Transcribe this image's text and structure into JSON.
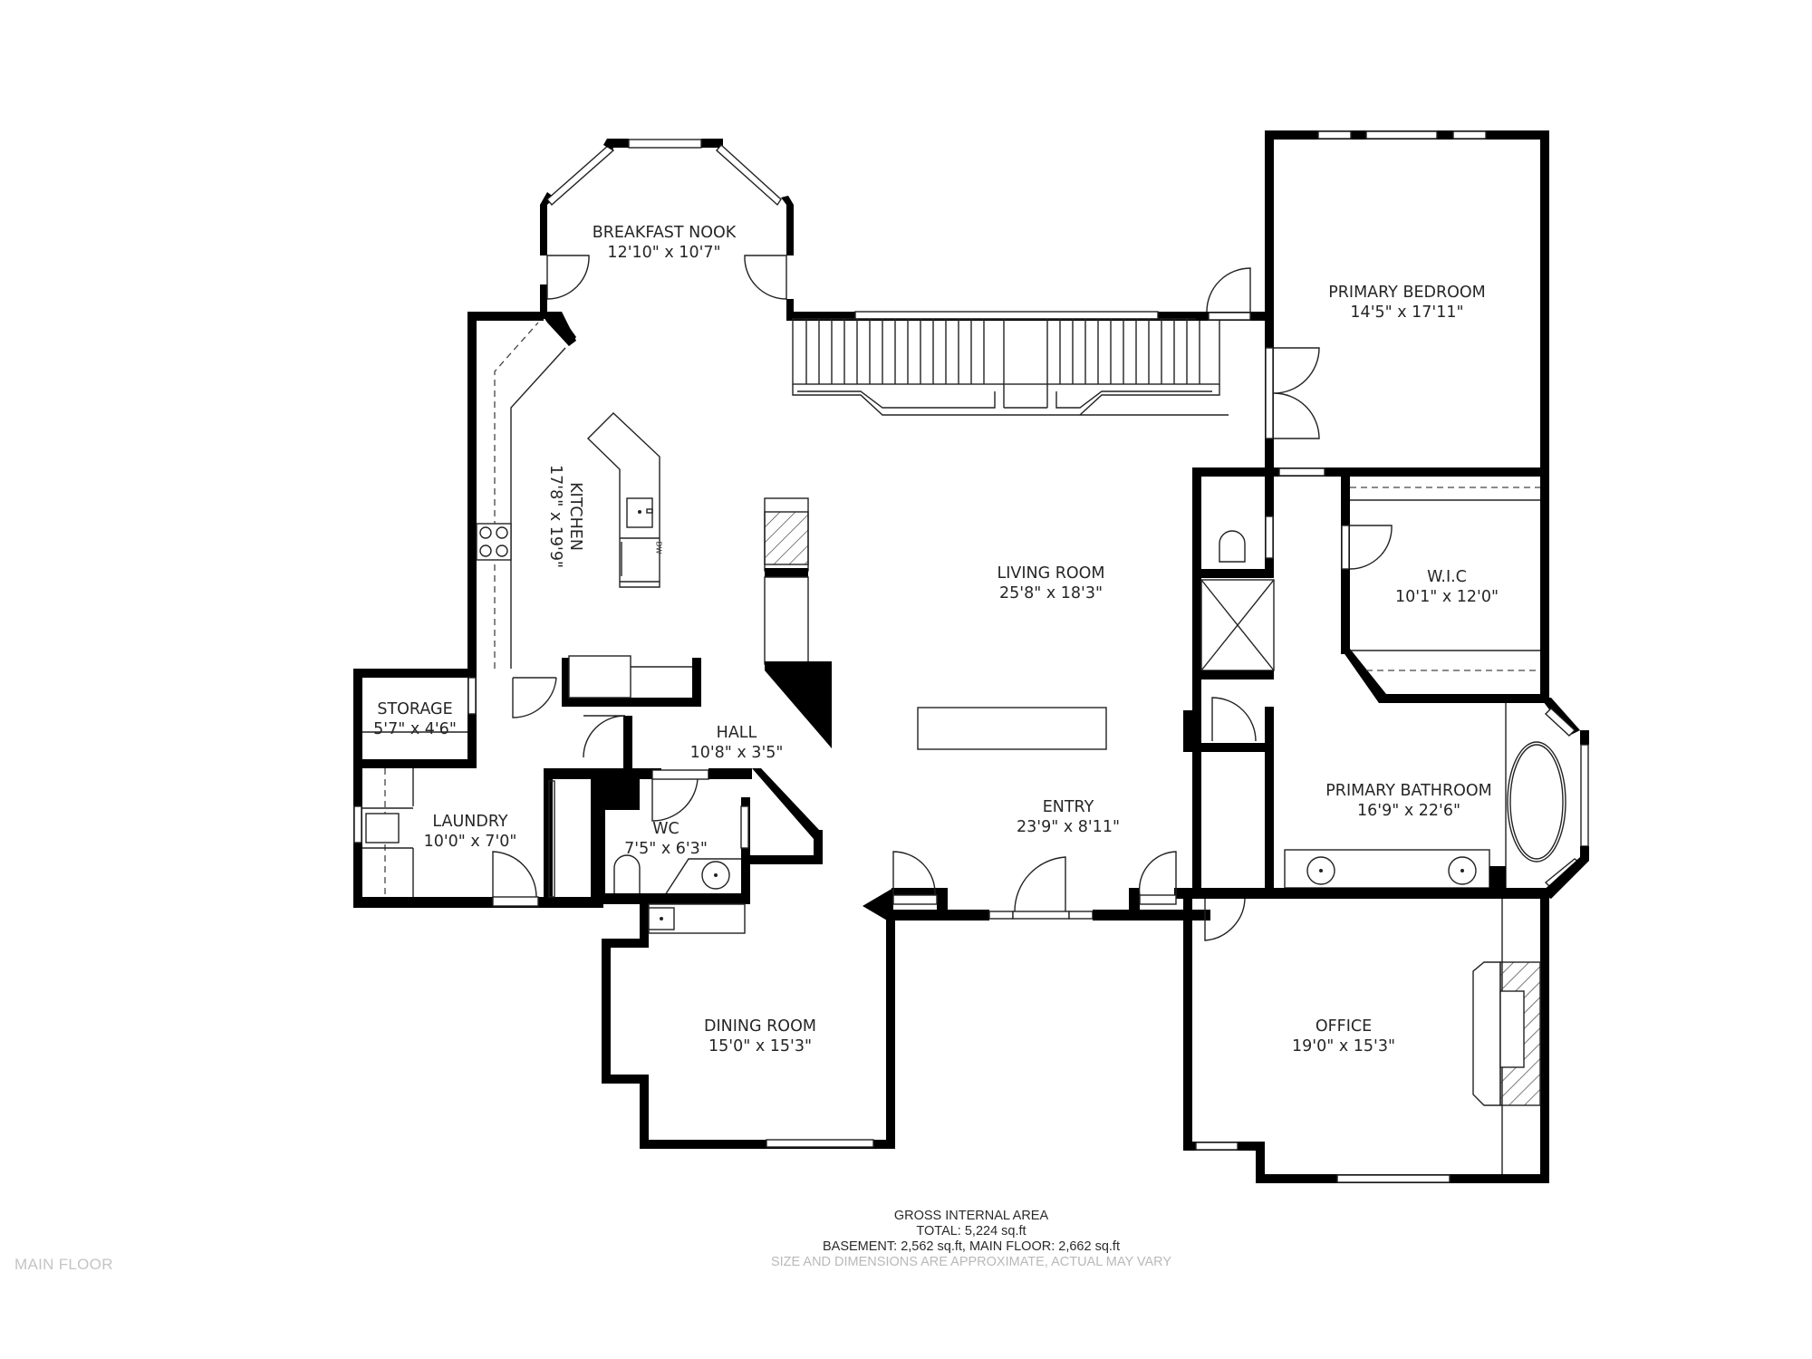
{
  "floor_name": "MAIN FLOOR",
  "rooms": [
    {
      "id": "breakfast-nook",
      "name": "BREAKFAST NOOK",
      "dims": "12'10\" x 10'7\""
    },
    {
      "id": "primary-bedroom",
      "name": "PRIMARY BEDROOM",
      "dims": "14'5\" x 17'11\""
    },
    {
      "id": "kitchen",
      "name": "KITCHEN",
      "dims": "17'8\" x 19'9\""
    },
    {
      "id": "living-room",
      "name": "LIVING ROOM",
      "dims": "25'8\" x 18'3\""
    },
    {
      "id": "wic",
      "name": "W.I.C",
      "dims": "10'1\" x 12'0\""
    },
    {
      "id": "storage",
      "name": "STORAGE",
      "dims": "5'7\" x 4'6\""
    },
    {
      "id": "hall",
      "name": "HALL",
      "dims": "10'8\" x 3'5\""
    },
    {
      "id": "laundry",
      "name": "LAUNDRY",
      "dims": "10'0\" x 7'0\""
    },
    {
      "id": "wc",
      "name": "WC",
      "dims": "7'5\" x 6'3\""
    },
    {
      "id": "entry",
      "name": "ENTRY",
      "dims": "23'9\" x 8'11\""
    },
    {
      "id": "primary-bathroom",
      "name": "PRIMARY BATHROOM",
      "dims": "16'9\" x 22'6\""
    },
    {
      "id": "dining-room",
      "name": "DINING ROOM",
      "dims": "15'0\" x 15'3\""
    },
    {
      "id": "office",
      "name": "OFFICE",
      "dims": "19'0\" x 15'3\""
    }
  ],
  "fixtures": {
    "dishwasher_label": "DW"
  },
  "area_summary": {
    "heading": "GROSS INTERNAL AREA",
    "total": "TOTAL: 5,224 sq.ft",
    "breakdown": "BASEMENT: 2,562 sq.ft, MAIN FLOOR: 2,662 sq.ft",
    "disclaimer": "SIZE AND DIMENSIONS ARE APPROXIMATE, ACTUAL MAY VARY"
  },
  "colors": {
    "wall": "#000000",
    "label_text": "#262626",
    "disclaimer_text": "#b9b9b9",
    "floor_name_text": "#c4c4c4"
  }
}
